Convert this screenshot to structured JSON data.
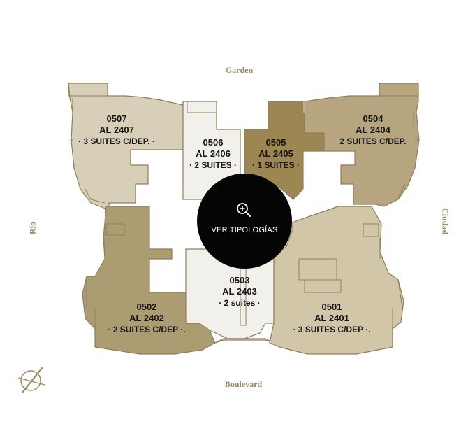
{
  "orientation": {
    "top": "Garden",
    "bottom": "Boulevard",
    "left": "Río",
    "right": "Ciudad"
  },
  "center_button": {
    "label": "VER TIPOLOGÍAS",
    "icon": "zoom-in-icon"
  },
  "compass_icon": "compass-icon",
  "units": {
    "u0507": {
      "number": "0507",
      "code": "AL 2407",
      "desc": "· 3 SUITES C/DEP. ·"
    },
    "u0506": {
      "number": "0506",
      "code": "AL 2406",
      "desc": "· 2 SUITES ·"
    },
    "u0505": {
      "number": "0505",
      "code": "AL 2405",
      "desc": "· 1 SUITES ·"
    },
    "u0504": {
      "number": "0504",
      "code": "AL 2404",
      "desc": "2 SUITES C/DEP."
    },
    "u0503": {
      "number": "0503",
      "code": "AL 2403",
      "desc": "· 2 suites ·"
    },
    "u0502": {
      "number": "0502",
      "code": "AL 2402",
      "desc": "· 2 SUITES C/DEP ·."
    },
    "u0501": {
      "number": "0501",
      "code": "AL 2401",
      "desc": "· 3 SUITES C/DEP ·."
    }
  },
  "colors": {
    "background": "#ffffff",
    "unit_0507": "#d8cfb8",
    "unit_0506": "#f2f0ea",
    "unit_0505": "#9c8652",
    "unit_0504": "#b6a57e",
    "unit_0503": "#f2f0ea",
    "unit_0502": "#ac9c72",
    "unit_0501": "#d2c6a9",
    "outline": "#8d7f5c",
    "label_gold": "#9a8a5c",
    "button_bg": "#050505",
    "button_text": "#ffffff"
  }
}
